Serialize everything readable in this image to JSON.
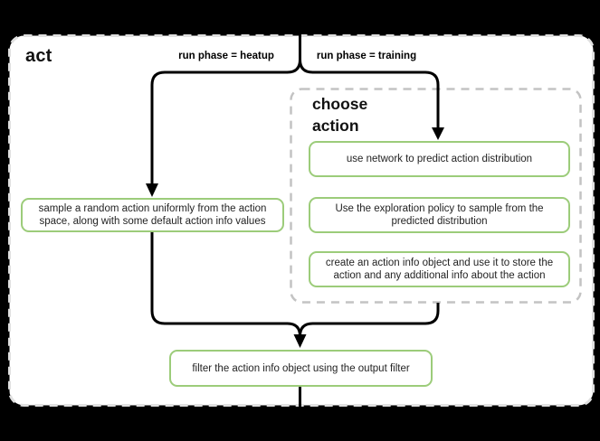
{
  "diagram": {
    "title": "act",
    "colors": {
      "background": "#000000",
      "canvas_fill": "#ffffff",
      "node_border_green": "#9ccc7a",
      "flow_line": "#000000",
      "outer_dash": "#e0e0e0",
      "inner_dash": "#c3c3c3"
    },
    "branch_labels": {
      "heatup": "run phase = heatup",
      "training": "run phase = training"
    },
    "nodes": {
      "sample_random": "sample a random action uniformly from the action\nspace, along with some default action info values",
      "filter_output": "filter the action info object using the output filter"
    },
    "choose_action": {
      "title": "choose\naction",
      "steps": [
        "use network to predict action distribution",
        "Use the exploration policy to sample from the\npredicted distribution",
        "create an action info object and use it to store the\naction and any additional info about the action"
      ]
    }
  }
}
